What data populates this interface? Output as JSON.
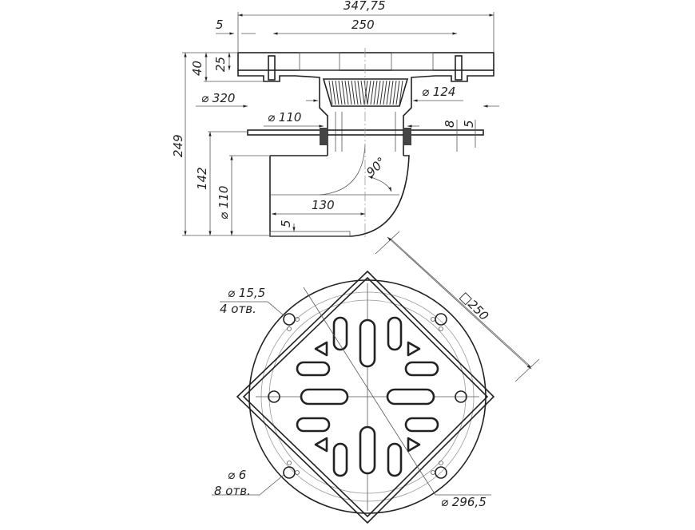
{
  "drawing": {
    "section_view": {
      "overall_width": "347,75",
      "flange_offset": "5",
      "grate_size": "250",
      "flange_height": "40",
      "grate_thickness": "25",
      "total_height": "249",
      "diameter_320": "⌀ 320",
      "diameter_110_top": "⌀ 110",
      "diameter_124": "⌀ 124",
      "dim_8": "8",
      "dim_5_right": "5",
      "height_142": "142",
      "diameter_110_outlet": "⌀ 110",
      "angle": "90°",
      "offset_130": "130",
      "wall_5": "5"
    },
    "plan_view": {
      "hole_diameter_large": "⌀ 15,5",
      "hole_count_large": "4 отв.",
      "hole_diameter_small": "⌀ 6",
      "hole_count_small": "8 отв.",
      "body_diameter": "⌀ 296,5",
      "square_size": "□250"
    }
  }
}
